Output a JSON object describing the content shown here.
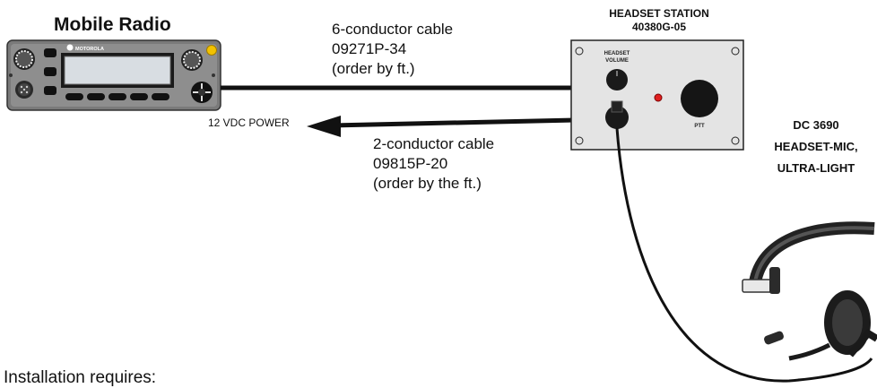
{
  "radio": {
    "title": "Mobile Radio",
    "brand": "MOTOROLA",
    "power_label": "12 VDC POWER"
  },
  "cable1": {
    "line1": "6-conductor cable",
    "line2": "09271P-34",
    "line3": "(order by ft.)"
  },
  "cable2": {
    "line1": "2-conductor cable",
    "line2": "09815P-20",
    "line3": "(order by the ft.)"
  },
  "station": {
    "title_line1": "HEADSET STATION",
    "title_line2": "40380G-05",
    "volume_label_line1": "HEADSET",
    "volume_label_line2": "VOLUME",
    "ptt_label": "PTT"
  },
  "headset": {
    "line1": "DC 3690",
    "line2": "HEADSET-MIC,",
    "line3": "ULTRA-LIGHT"
  },
  "footer": {
    "install_text": "Installation requires:"
  },
  "colors": {
    "panel_fill": "#e4e4e4",
    "panel_stroke": "#222222",
    "led": "#e02020",
    "radio_screen": "#d8dde2",
    "knob_accent": "#f2c200"
  }
}
